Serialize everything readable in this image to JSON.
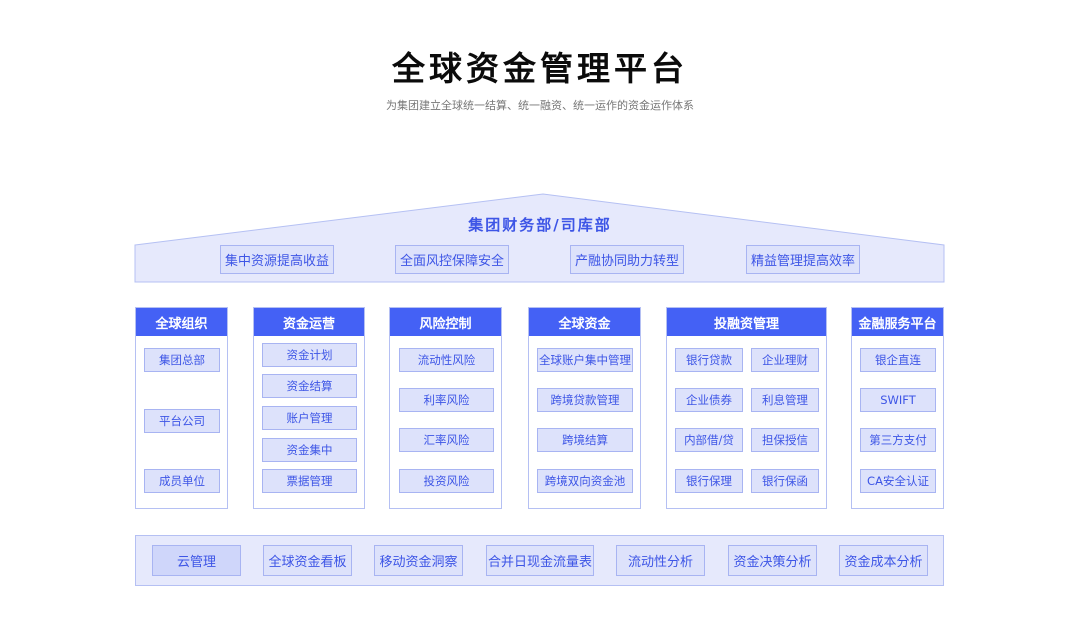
{
  "page": {
    "title": "全球资金管理平台",
    "subtitle": "为集团建立全球统一结算、统一融资、统一运作的资金运作体系"
  },
  "roof": {
    "title": "集团财务部/司库部",
    "items": [
      "集中资源提高收益",
      "全面风控保障安全",
      "产融协同助力转型",
      "精益管理提高效率"
    ]
  },
  "columns": [
    {
      "header": "全球组织",
      "items": [
        "集团总部",
        "平台公司",
        "成员单位"
      ]
    },
    {
      "header": "资金运营",
      "items": [
        "资金计划",
        "资金结算",
        "账户管理",
        "资金集中",
        "票据管理"
      ]
    },
    {
      "header": "风险控制",
      "items": [
        "流动性风险",
        "利率风险",
        "汇率风险",
        "投资风险"
      ]
    },
    {
      "header": "全球资金",
      "items": [
        "全球账户集中管理",
        "跨境贷款管理",
        "跨境结算",
        "跨境双向资金池"
      ]
    },
    {
      "header": "投融资管理",
      "items": [
        "银行贷款",
        "企业理财",
        "企业债券",
        "利息管理",
        "内部借/贷",
        "担保授信",
        "银行保理",
        "银行保函"
      ]
    },
    {
      "header": "金融服务平台",
      "items": [
        "银企直连",
        "SWIFT",
        "第三方支付",
        "CA安全认证"
      ]
    }
  ],
  "bottom": {
    "items": [
      "云管理",
      "全球资金看板",
      "移动资金洞察",
      "合并日现金流量表",
      "流动性分析",
      "资金决策分析",
      "资金成本分析"
    ]
  },
  "colors": {
    "accent": "#4461f5",
    "text_accent": "#3d55e6",
    "tag_fill": "#dde2fb",
    "tag_border": "#a8b4f2",
    "roof_fill": "#e6e9fc"
  }
}
